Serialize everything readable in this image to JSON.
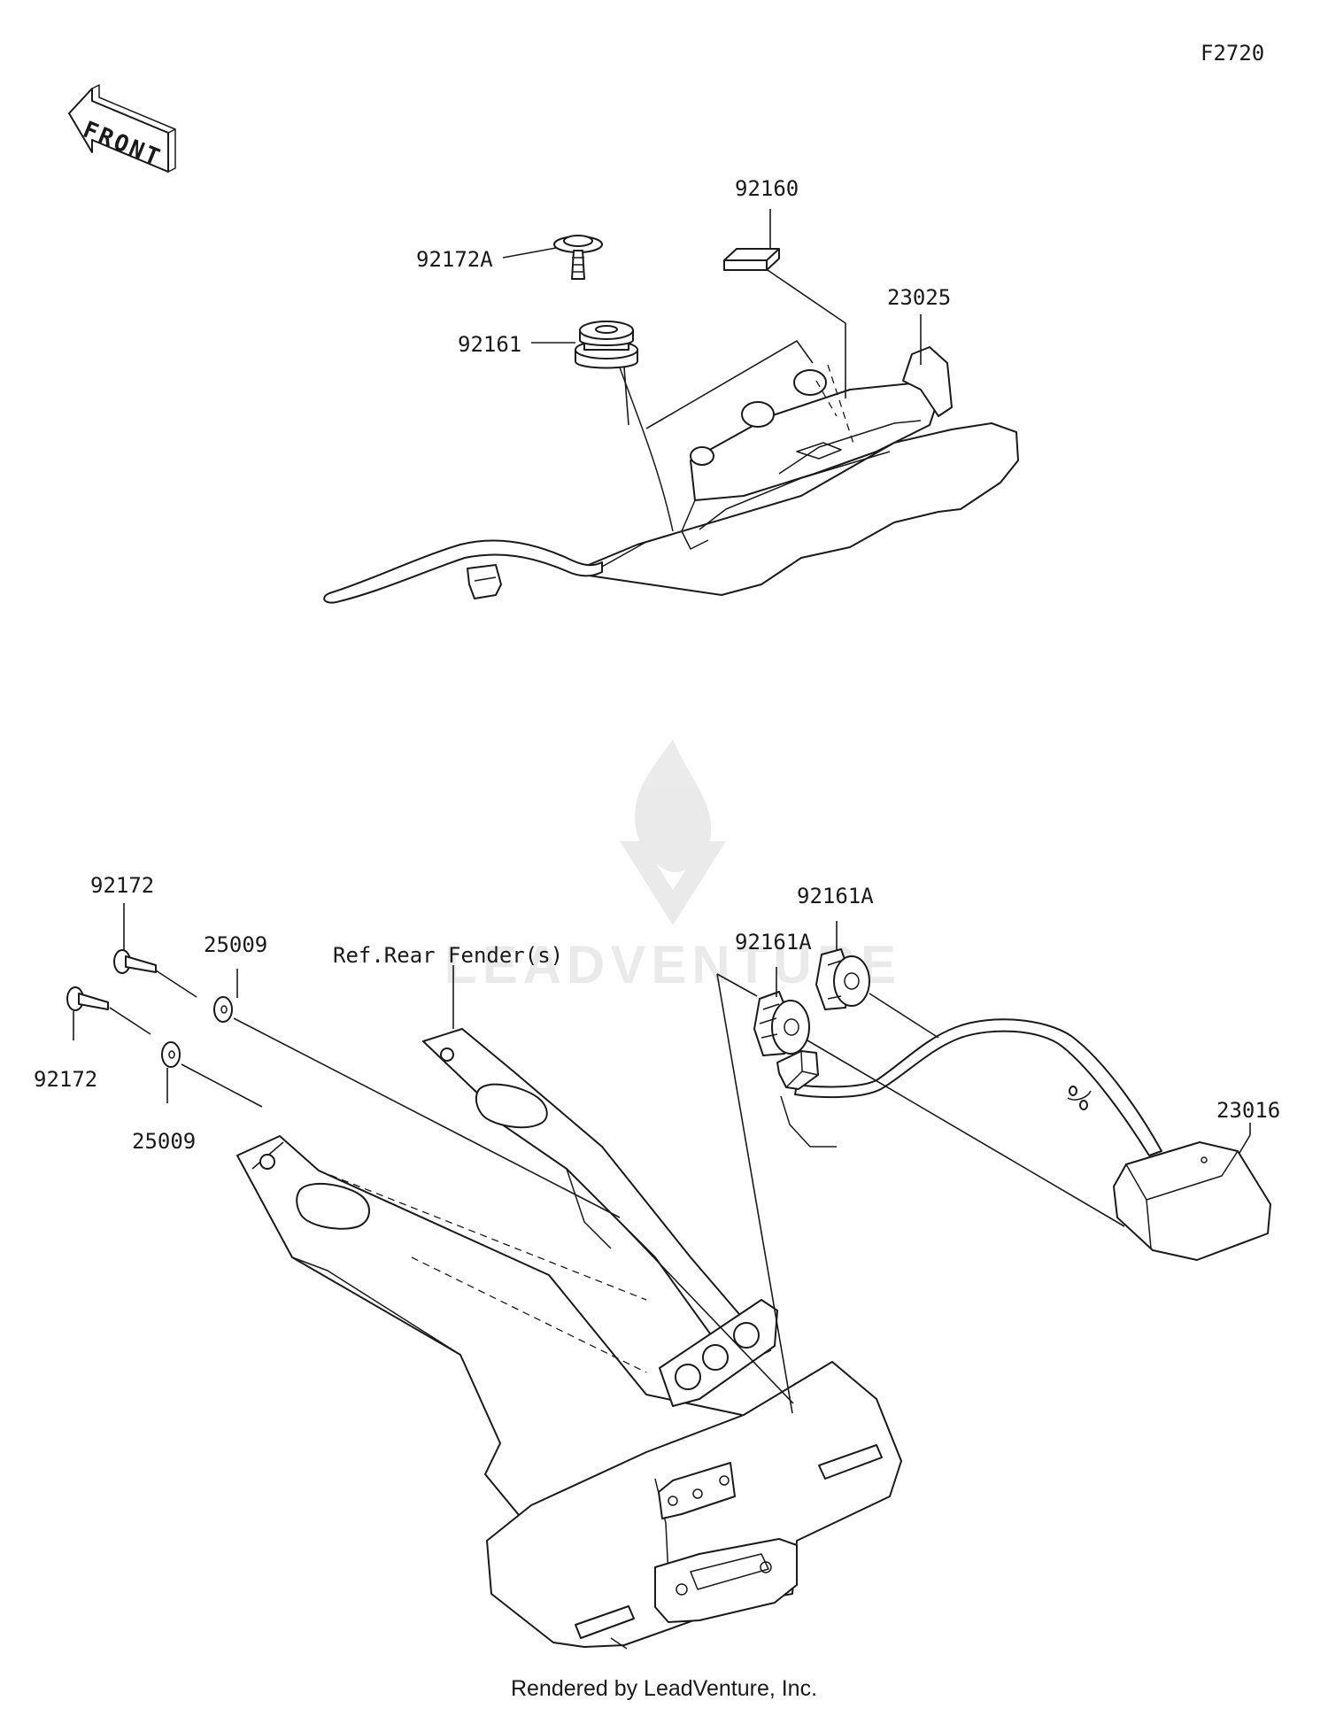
{
  "figure_code": "F2720",
  "front_arrow": {
    "text": "FRONT",
    "icon": "front-direction-arrow-icon"
  },
  "watermark": {
    "text": "LEADVENTURE",
    "icon": "leadventure-logo-icon"
  },
  "callouts": [
    {
      "id": "92160",
      "label": "92160"
    },
    {
      "id": "92172A",
      "label": "92172A"
    },
    {
      "id": "23025",
      "label": "23025"
    },
    {
      "id": "92161",
      "label": "92161"
    },
    {
      "id": "92172-top",
      "label": "92172"
    },
    {
      "id": "25009-top",
      "label": "25009"
    },
    {
      "id": "ref-rear-fender",
      "label": "Ref.Rear Fender(s)"
    },
    {
      "id": "92161A-top",
      "label": "92161A"
    },
    {
      "id": "92161A-mid",
      "label": "92161A"
    },
    {
      "id": "92172-bottom",
      "label": "92172"
    },
    {
      "id": "25009-bottom",
      "label": "25009"
    },
    {
      "id": "23016",
      "label": "23016"
    }
  ],
  "footer": "Rendered by LeadVenture, Inc."
}
